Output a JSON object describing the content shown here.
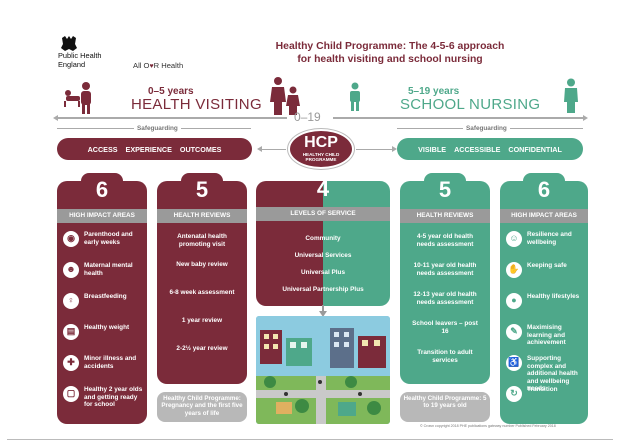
{
  "header": {
    "org_name": "Public Health England",
    "org_line1": "Public Health",
    "org_line2": "England",
    "all_our_pre": "All O",
    "all_our_post": "R Health",
    "title_line1": "Healthy Child Programme: The 4-5-6 approach",
    "title_line2": "for health visiting and school nursing"
  },
  "age_band": {
    "hv_years": "0–5 years",
    "hv_name": "HEALTH VISITING",
    "range": "0–19",
    "sn_years": "5–19 years",
    "sn_name": "SCHOOL NURSING"
  },
  "safeguarding": {
    "left": "Safeguarding",
    "right": "Safeguarding"
  },
  "values_left": [
    "ACCESS",
    "EXPERIENCE",
    "OUTCOMES"
  ],
  "values_right": [
    "VISIBLE",
    "ACCESSIBLE",
    "CONFIDENTIAL"
  ],
  "hcp": {
    "big": "HCP",
    "small_line1": "HEALTHY CHILD",
    "small_line2": "PROGRAMME"
  },
  "columns": {
    "hv_impact": {
      "number": "6",
      "heading": "HIGH IMPACT AREAS",
      "items": [
        {
          "icon": "parenthood-icon",
          "glyph": "◉",
          "label": "Parenthood and early weeks"
        },
        {
          "icon": "head-icon",
          "glyph": "☻",
          "label": "Maternal mental health"
        },
        {
          "icon": "breastfeeding-icon",
          "glyph": "♀",
          "label": "Breastfeeding"
        },
        {
          "icon": "scale-icon",
          "glyph": "▤",
          "label": "Healthy weight"
        },
        {
          "icon": "plus-icon",
          "glyph": "✚",
          "label": "Minor illness and accidents"
        },
        {
          "icon": "book-icon",
          "glyph": "▢",
          "label": "Healthy 2 year olds and getting ready for school"
        }
      ]
    },
    "hv_reviews": {
      "number": "5",
      "heading": "HEALTH REVIEWS",
      "items": [
        "Antenatal health promoting visit",
        "New baby review",
        "6-8 week assessment",
        "1 year review",
        "2-2½ year review"
      ],
      "footer": "Healthy Child Programme: Pregnancy and the first five years of life"
    },
    "levels": {
      "number": "4",
      "heading": "LEVELS OF SERVICE",
      "items": [
        "Community",
        "Universal Services",
        "Universal Plus",
        "Universal Partnership Plus"
      ]
    },
    "sn_reviews": {
      "number": "5",
      "heading": "HEALTH REVIEWS",
      "items": [
        "4-5 year old health needs assessment",
        "10-11 year old health needs assessment",
        "12-13 year old health needs assessment",
        "School leavers – post 16",
        "Transition to adult services"
      ],
      "footer": "Healthy Child Programme: 5 to 19 years old"
    },
    "sn_impact": {
      "number": "6",
      "heading": "HIGH IMPACT AREAS",
      "items": [
        {
          "icon": "resilience-icon",
          "glyph": "☺",
          "label": "Resilience and wellbeing"
        },
        {
          "icon": "hand-icon",
          "glyph": "✋",
          "label": "Keeping safe"
        },
        {
          "icon": "apple-icon",
          "glyph": "●",
          "label": "Healthy lifestyles"
        },
        {
          "icon": "learning-icon",
          "glyph": "✎",
          "label": "Maximising learning and achievement"
        },
        {
          "icon": "wheelchair-icon",
          "glyph": "♿",
          "label": "Supporting complex and additional health and wellbeing needs"
        },
        {
          "icon": "transition-icon",
          "glyph": "↻",
          "label": "Transition"
        }
      ]
    }
  },
  "footer_text": "© Crown copyright 2018  PHE publications gateway number  Published February 2018",
  "colors": {
    "maroon": "#7b2b3a",
    "green": "#4ea88a",
    "grey": "#9a9a9a"
  }
}
